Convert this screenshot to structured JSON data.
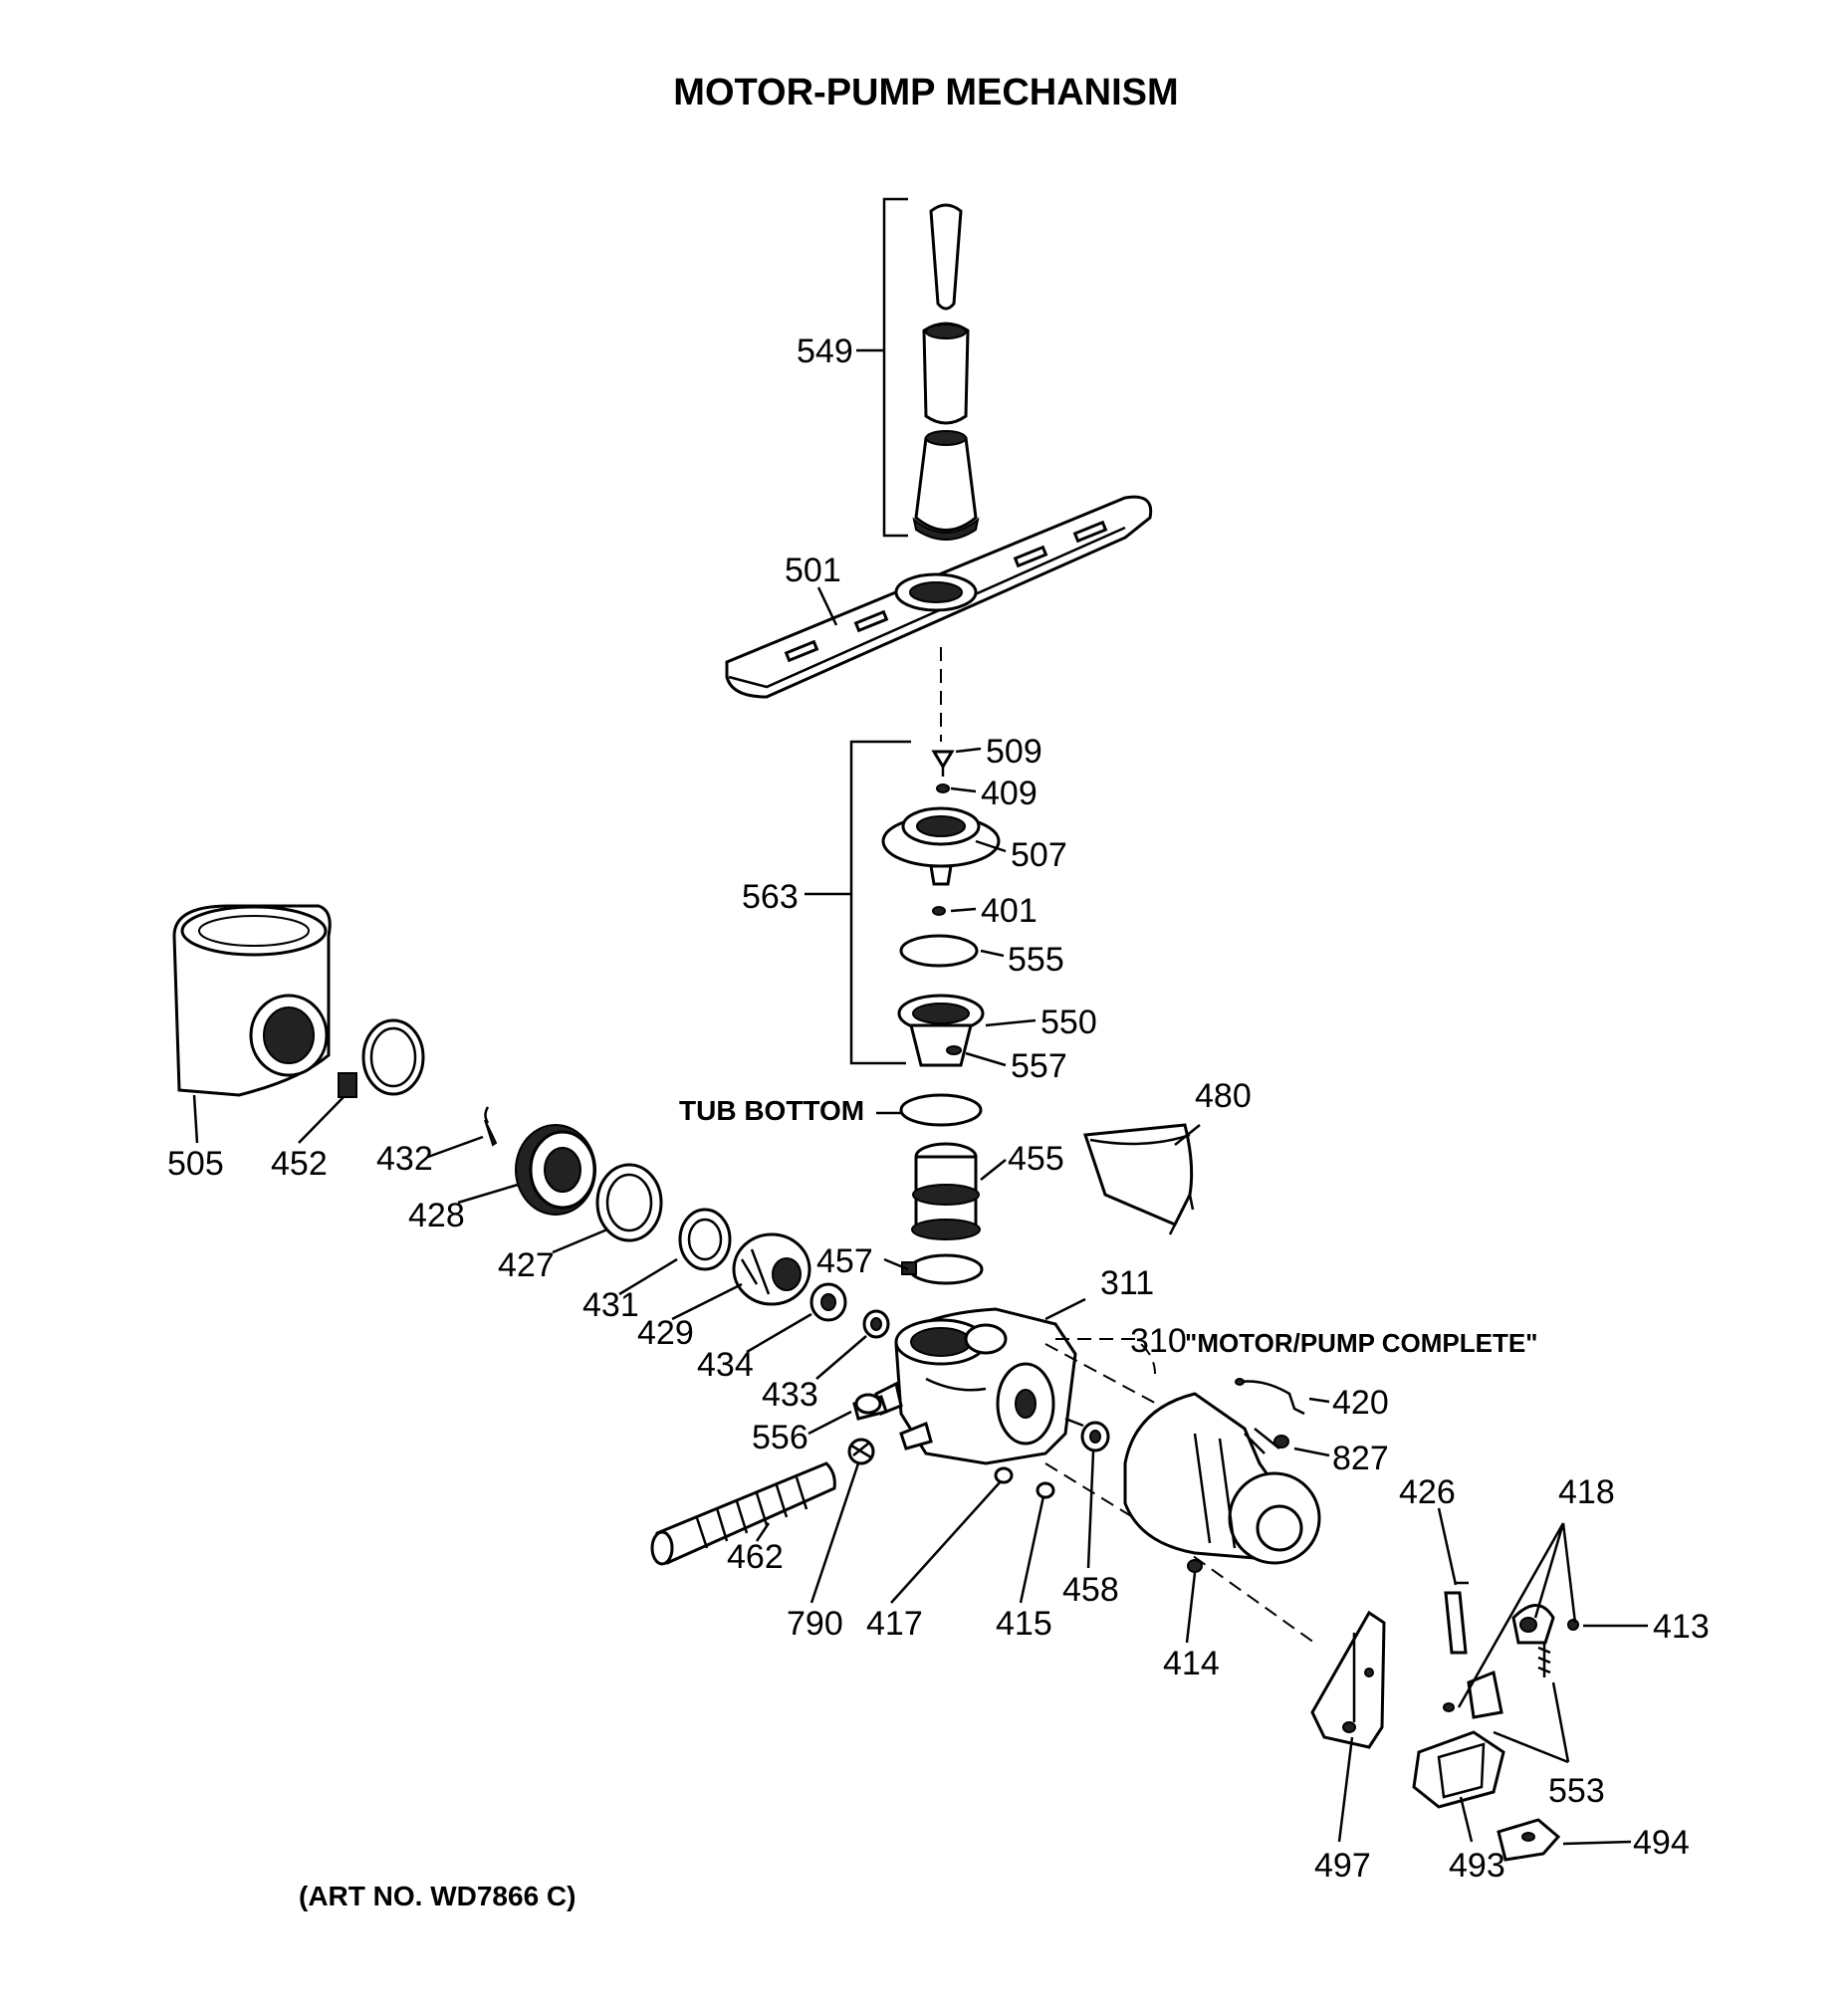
{
  "title": "MOTOR-PUMP MECHANISM",
  "art_number": "(ART NO. WD7866 C)",
  "annotations": {
    "tub_bottom": "TUB BOTTOM",
    "motor_pump_complete": "\"MOTOR/PUMP COMPLETE\""
  },
  "parts": [
    {
      "id": "549",
      "label": "549"
    },
    {
      "id": "501",
      "label": "501"
    },
    {
      "id": "509",
      "label": "509"
    },
    {
      "id": "409",
      "label": "409"
    },
    {
      "id": "507",
      "label": "507"
    },
    {
      "id": "563",
      "label": "563"
    },
    {
      "id": "401",
      "label": "401"
    },
    {
      "id": "555",
      "label": "555"
    },
    {
      "id": "550",
      "label": "550"
    },
    {
      "id": "557",
      "label": "557"
    },
    {
      "id": "480",
      "label": "480"
    },
    {
      "id": "455",
      "label": "455"
    },
    {
      "id": "505",
      "label": "505"
    },
    {
      "id": "452",
      "label": "452"
    },
    {
      "id": "432",
      "label": "432"
    },
    {
      "id": "428",
      "label": "428"
    },
    {
      "id": "427",
      "label": "427"
    },
    {
      "id": "431",
      "label": "431"
    },
    {
      "id": "429",
      "label": "429"
    },
    {
      "id": "457",
      "label": "457"
    },
    {
      "id": "311",
      "label": "311"
    },
    {
      "id": "434",
      "label": "434"
    },
    {
      "id": "433",
      "label": "433"
    },
    {
      "id": "310",
      "label": "310"
    },
    {
      "id": "420",
      "label": "420"
    },
    {
      "id": "556",
      "label": "556"
    },
    {
      "id": "827",
      "label": "827"
    },
    {
      "id": "462",
      "label": "462"
    },
    {
      "id": "426",
      "label": "426"
    },
    {
      "id": "418",
      "label": "418"
    },
    {
      "id": "790",
      "label": "790"
    },
    {
      "id": "417",
      "label": "417"
    },
    {
      "id": "415",
      "label": "415"
    },
    {
      "id": "458",
      "label": "458"
    },
    {
      "id": "414",
      "label": "414"
    },
    {
      "id": "413",
      "label": "413"
    },
    {
      "id": "553",
      "label": "553"
    },
    {
      "id": "497",
      "label": "497"
    },
    {
      "id": "493",
      "label": "493"
    },
    {
      "id": "494",
      "label": "494"
    }
  ]
}
